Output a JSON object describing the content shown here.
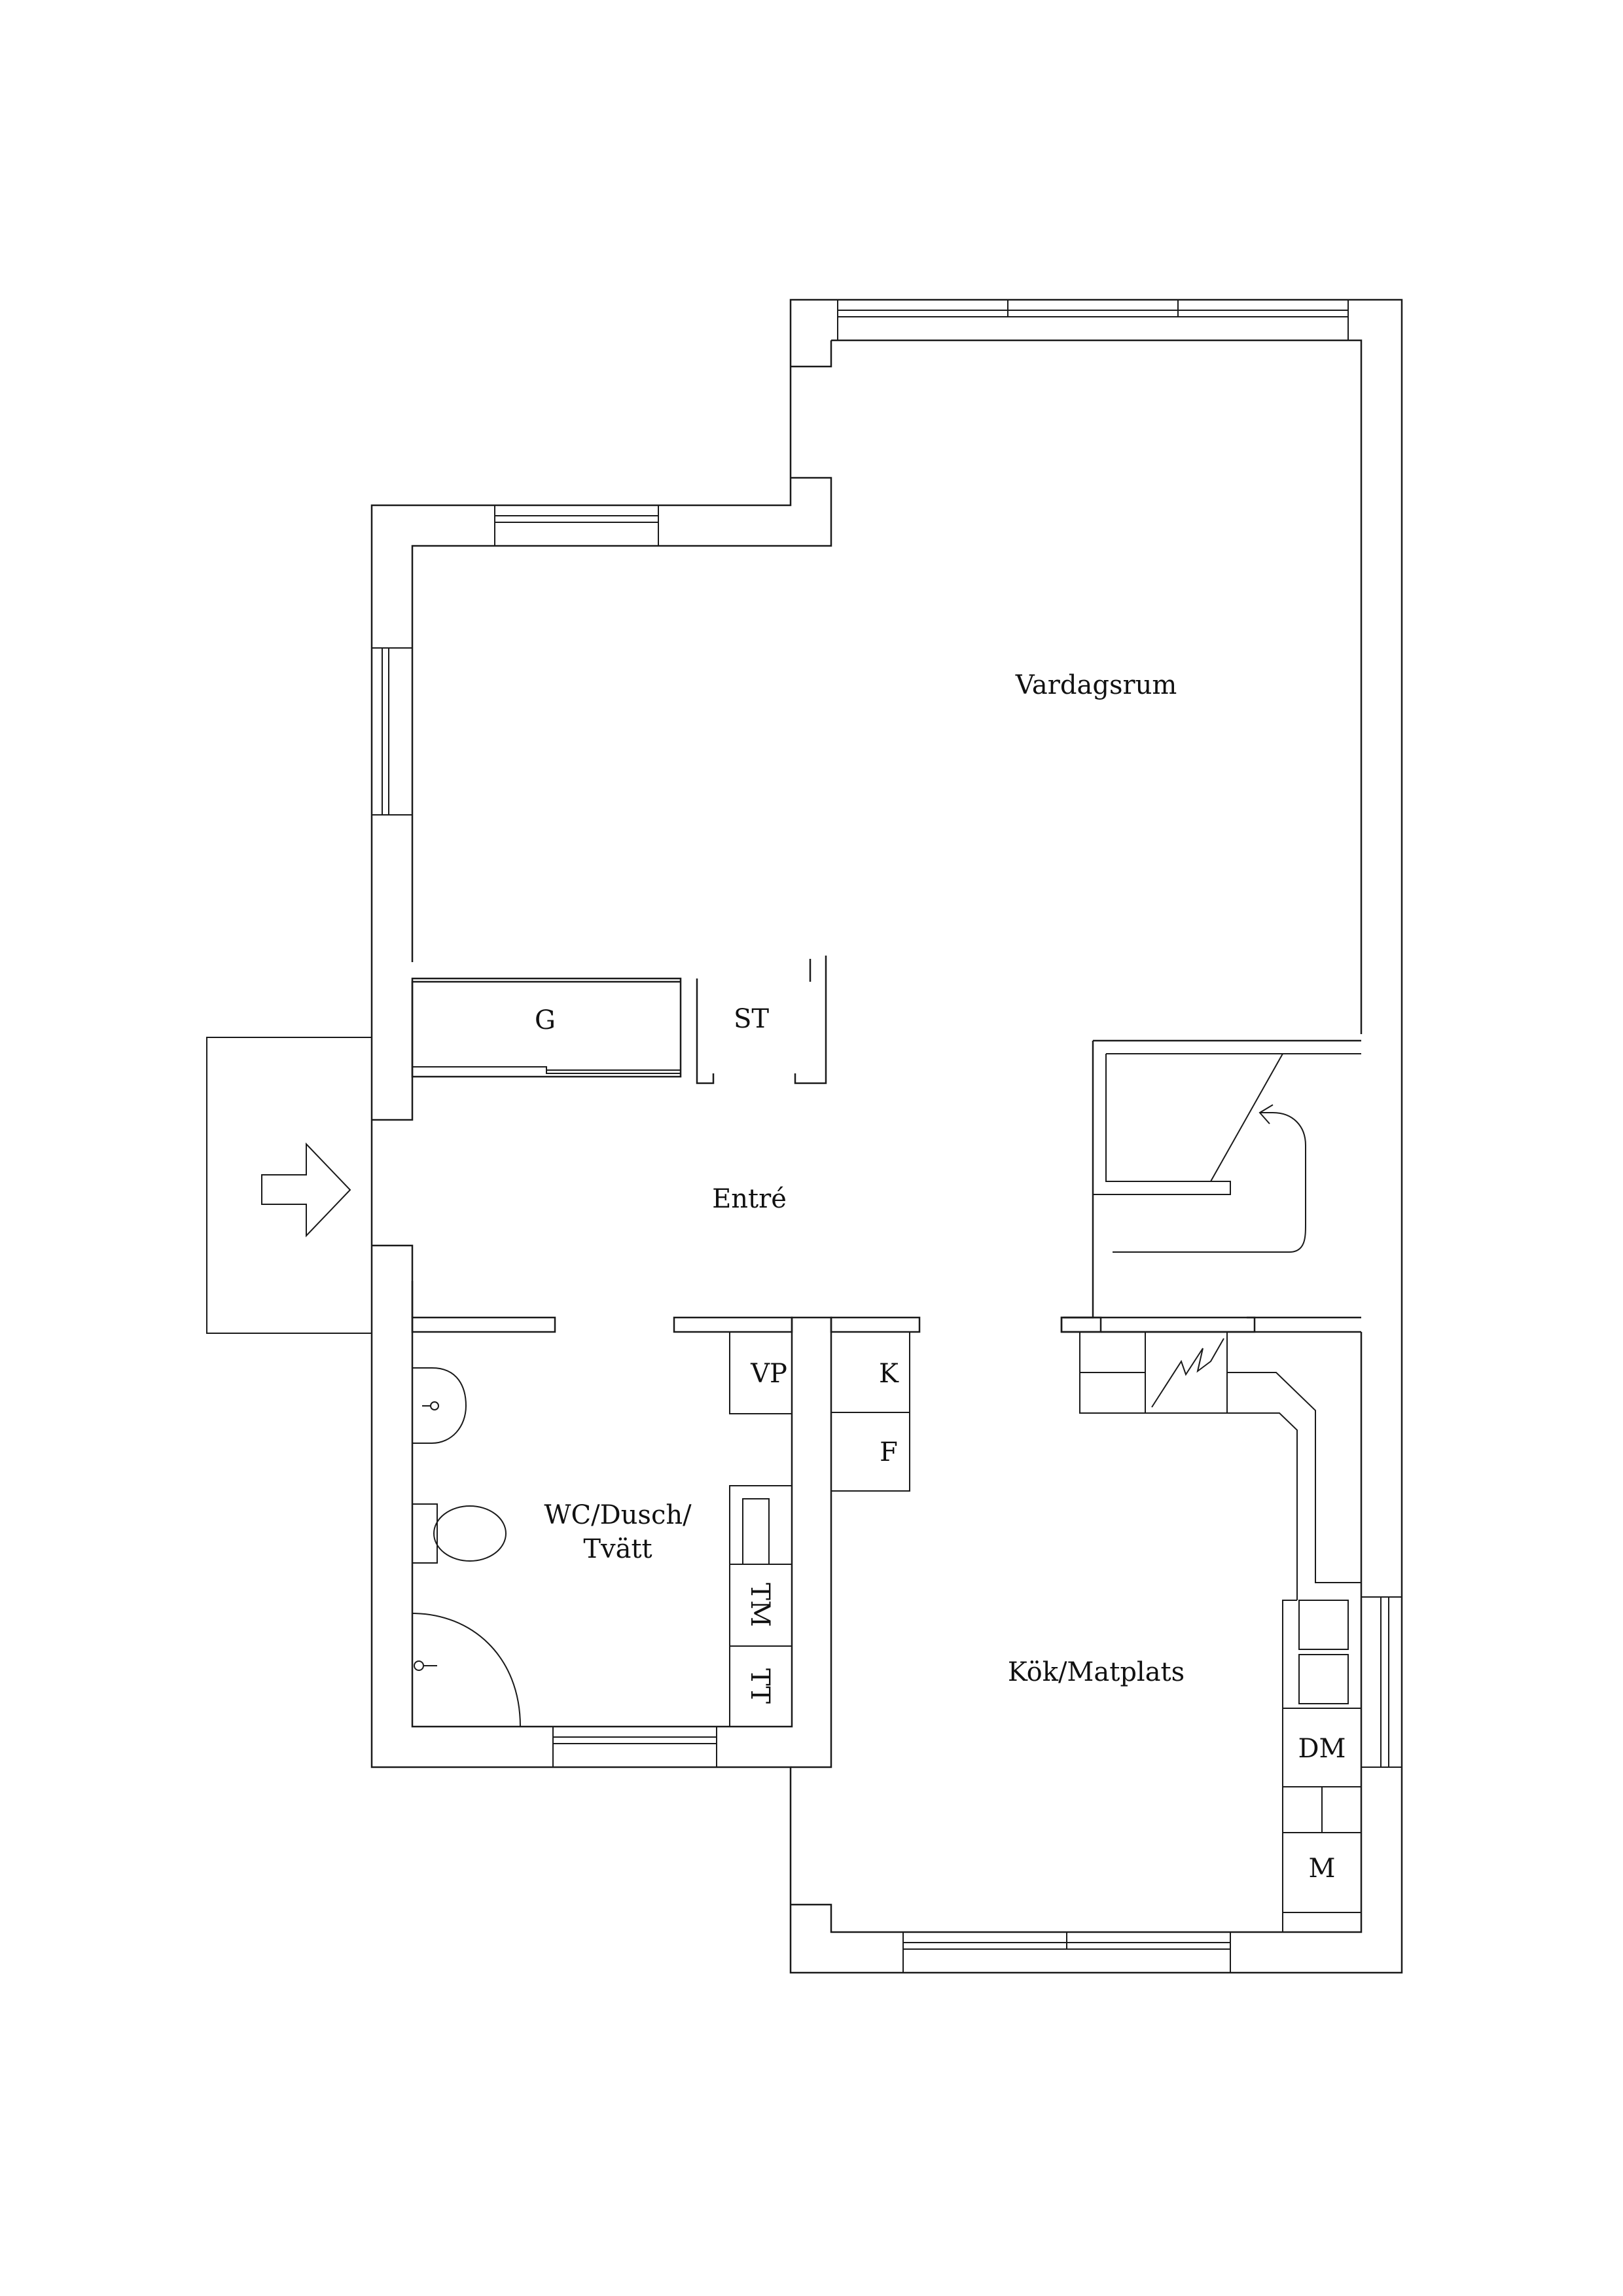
{
  "rooms": {
    "living": "Vardagsrum",
    "entry": "Entré",
    "kitchen": "Kök/Matplats",
    "bath_line1": "WC/Dusch/",
    "bath_line2": "Tvätt"
  },
  "fixtures": {
    "wardrobe": "G",
    "storage": "ST",
    "water_heater": "VP",
    "fridge": "K",
    "freezer": "F",
    "washer": "TM",
    "dryer": "TT",
    "dishwasher": "DM",
    "microwave": "M"
  }
}
